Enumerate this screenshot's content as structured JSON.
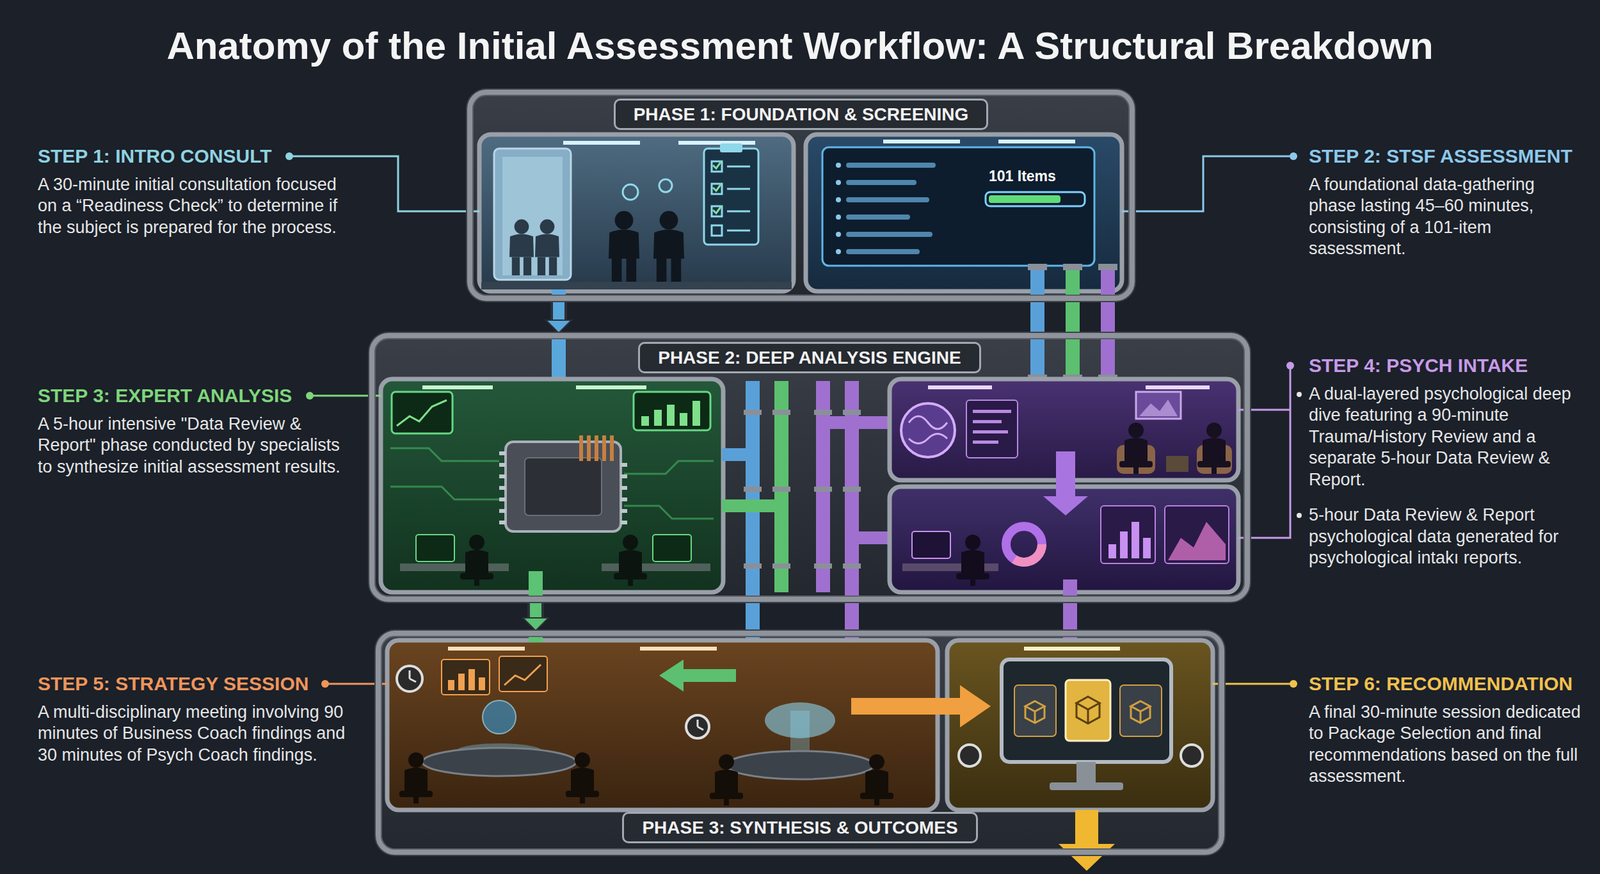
{
  "diagram": {
    "title": "Anatomy of the Initial Assessment Workflow: A Structural Breakdown",
    "nodes": [
      {
        "text": [
          "PHASE 1: FOUNDATION & SCREENING"
        ]
      },
      {
        "text": [
          "PHASE 2: DEEP ANALYSIS ENGINE"
        ]
      },
      {
        "text": [
          "PHASE 3: SYNTHESIS & OUTCOMES"
        ]
      }
    ],
    "edges": [
      {
        "from": 0,
        "to": 1,
        "arrow": "to"
      },
      {
        "from": 1,
        "to": 2,
        "arrow": "to"
      }
    ],
    "labels": [
      "STEP 1: INTRO CONSULT",
      "A 30-minute initial consultation focused on a “Readiness Check” to determine if the subject is prepared for the process.",
      "STEP 2: STSF ASSESSMENT",
      "A foundational data-gathering phase lasting 45–60 minutes, consisting of a 101-item sasessment.",
      "101 Items",
      "STEP 3: EXPERT ANALYSIS",
      "A 5-hour intensive \"Data Review & Report\" phase conducted by specialists to synthesize initial assessment results.",
      "STEP 4: PSYCH INTAKE",
      "A dual-layered psychological deep dive featuring a 90-minute Trauma/History Review and a separate 5-hour Data Review & Report.",
      "5-hour Data Review & Report psychological data generated for psychological intakı reports.",
      "STEP 5: STRATEGY SESSION",
      "A multi-disciplinary meeting involving 90 minutes of Business Coach findings and 30 minutes of Psych Coach findings.",
      "STEP 6: RECOMMENDATION",
      "A final 30-minute session dedicated to Package Selection and final recommendations based on the full assessment."
    ]
  }
}
